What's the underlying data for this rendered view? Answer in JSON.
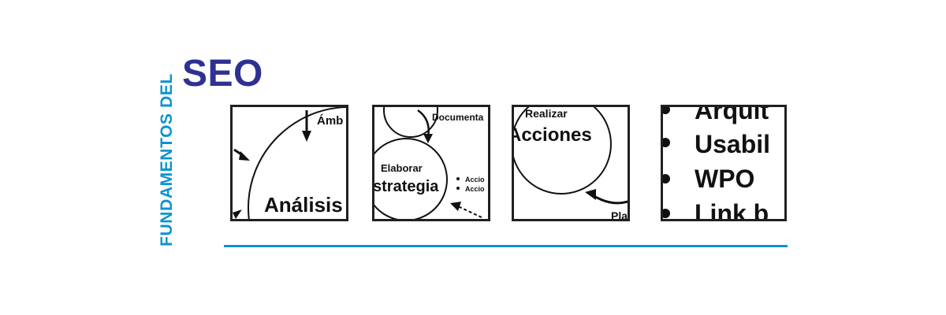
{
  "header": {
    "vertical_title": "FUNDAMENTOS DEL",
    "main_title": "SEO"
  },
  "colors": {
    "accent_blue": "#0b93d2",
    "title_navy": "#2e3192",
    "frame": "#231f20",
    "rule": "#0b93d2"
  },
  "tiles": {
    "analisis": {
      "top_label": "Ámb",
      "circle_label": "Análisis"
    },
    "estrategia": {
      "top_label": "Documenta",
      "circle_small": "Elaborar",
      "circle_label": "strategia",
      "bullet_1": "Accio",
      "bullet_2": "Accio"
    },
    "acciones": {
      "circle_small": "Realizar",
      "circle_label": "Acciones",
      "bottom_label": "Plan"
    },
    "lista": {
      "items": [
        "Arquit",
        "Usabil",
        "WPO",
        "Link b"
      ]
    }
  }
}
